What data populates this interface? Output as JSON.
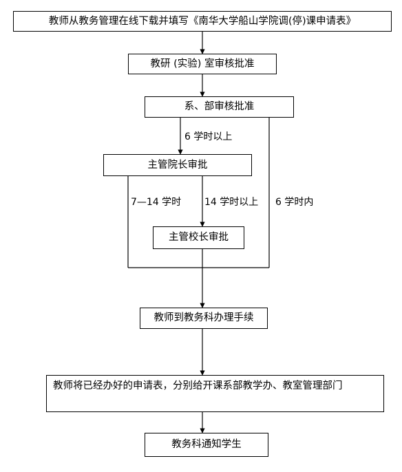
{
  "flowchart": {
    "step1": "教师从教务管理在线下载并填写《南华大学船山学院调(停)课申请表》",
    "step2": "教研 (实验) 室审核批准",
    "step3": "系、部审核批准",
    "step4": "主管院长审批",
    "step5": "主管校长审批",
    "step6": "教师到教务科办理手续",
    "step7": "教师将已经办好的申请表，分别给开课系部教学办、教室管理部门",
    "step8": "教务科通知学生"
  },
  "conditions": {
    "over6": "6 学时以上",
    "range7to14": "7—14 学时",
    "over14": "14 学时以上",
    "within6": "6 学时内"
  },
  "colors": {
    "line": "#000000",
    "box_border": "#000000",
    "background": "#ffffff"
  }
}
